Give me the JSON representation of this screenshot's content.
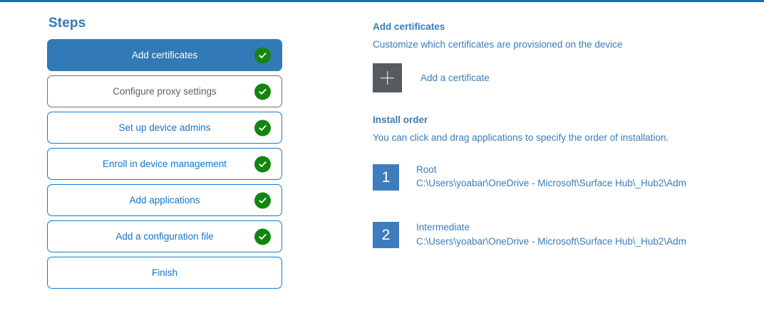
{
  "theme": {
    "accent_blue": "#0a74b9",
    "link_blue": "#3a7cb8",
    "selected_blue": "#327ab7",
    "border_blue": "#0c7cd5",
    "hover_gray": "#6e6e6e",
    "check_green": "#13850f",
    "tile_gray": "#565b5f",
    "order_badge_blue": "#3e7dbd"
  },
  "steps": {
    "title": "Steps",
    "items": [
      {
        "label": "Add certificates",
        "state": "selected",
        "complete": true,
        "icon": "check-circle-icon"
      },
      {
        "label": "Configure proxy settings",
        "state": "hovered",
        "complete": true,
        "icon": "check-circle-icon"
      },
      {
        "label": "Set up device admins",
        "state": "default",
        "complete": true,
        "icon": "check-circle-icon"
      },
      {
        "label": "Enroll in device management",
        "state": "default",
        "complete": true,
        "icon": "check-circle-icon"
      },
      {
        "label": "Add applications",
        "state": "default",
        "complete": true,
        "icon": "check-circle-icon"
      },
      {
        "label": "Add a configuration file",
        "state": "default",
        "complete": true,
        "icon": "check-circle-icon"
      },
      {
        "label": "Finish",
        "state": "default",
        "complete": false,
        "icon": ""
      }
    ]
  },
  "detail": {
    "certificates": {
      "heading": "Add certificates",
      "description": "Customize which certificates are provisioned on the device",
      "add_button_icon": "plus-icon",
      "add_button_label": "Add a certificate"
    },
    "install_order": {
      "heading": "Install order",
      "description": "You can click and drag applications to specify the order of installation.",
      "items": [
        {
          "number": "1",
          "name": "Root",
          "path": "C:\\Users\\yoabar\\OneDrive - Microsoft\\Surface Hub\\_Hub2\\Adm"
        },
        {
          "number": "2",
          "name": "Intermediate",
          "path": "C:\\Users\\yoabar\\OneDrive - Microsoft\\Surface Hub\\_Hub2\\Adm"
        }
      ]
    }
  }
}
